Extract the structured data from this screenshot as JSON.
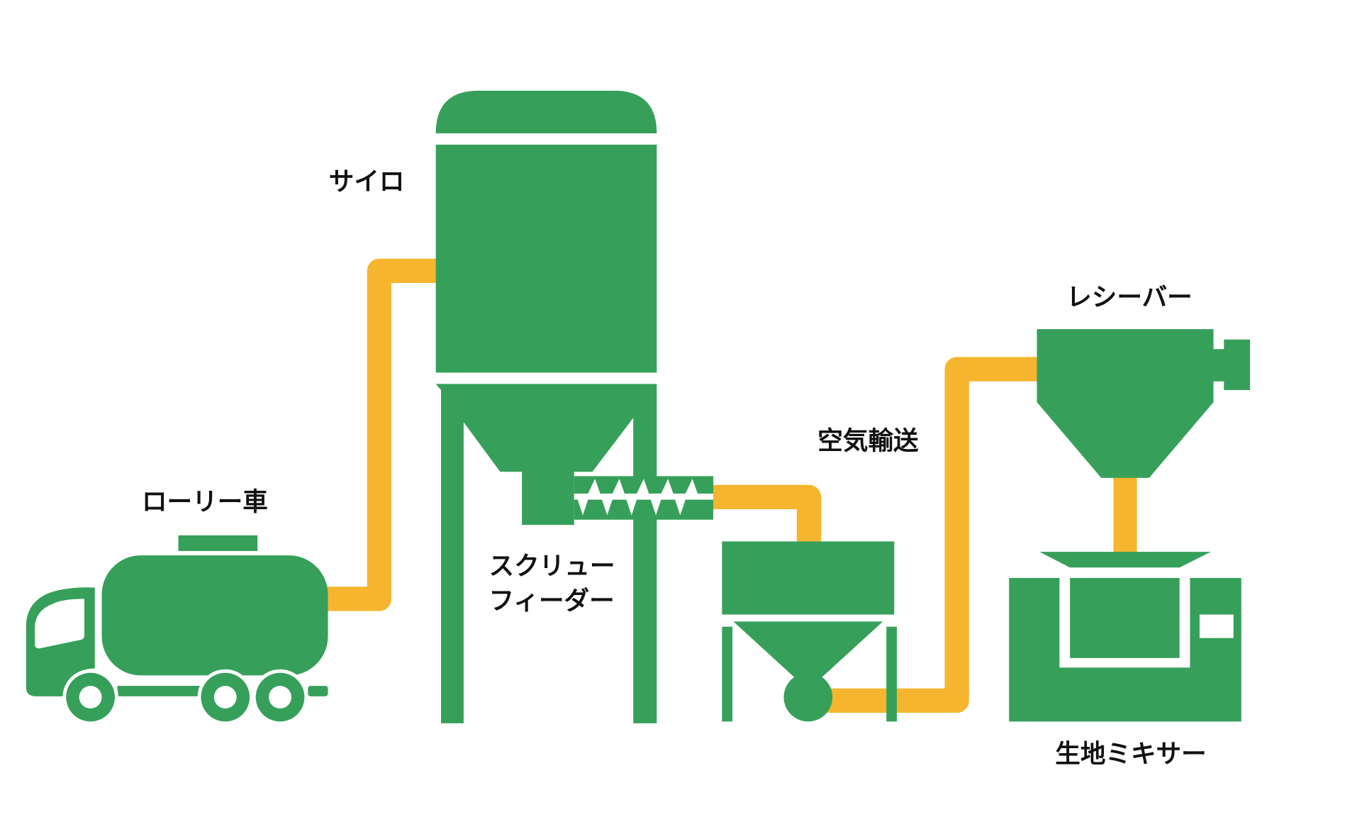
{
  "colors": {
    "equipment": "#36A05A",
    "pipe": "#F5B52E",
    "background": "#FFFFFF"
  },
  "labels": {
    "silo": "サイロ",
    "truck": "ローリー車",
    "screw_feeder_line1": "スクリュー",
    "screw_feeder_line2": "フィーダー",
    "pneumatic": "空気輸送",
    "receiver": "レシーバー",
    "mixer": "生地ミキサー"
  }
}
